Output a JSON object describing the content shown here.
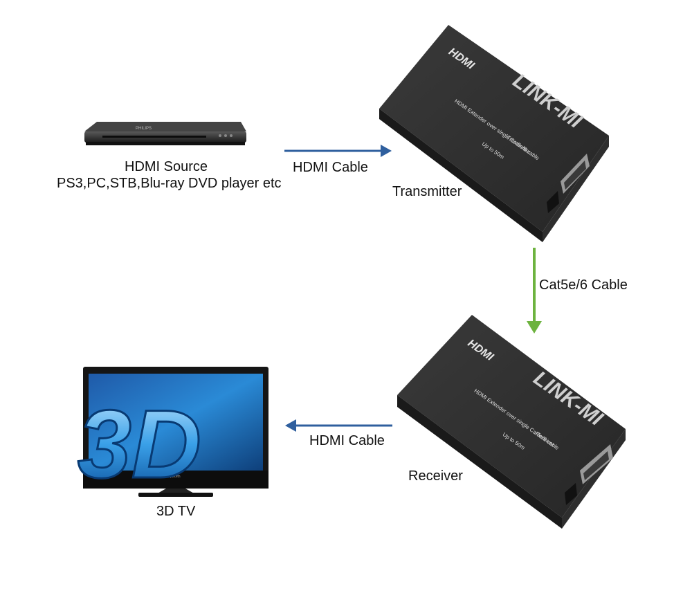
{
  "source": {
    "line1": "HDMI Source",
    "line2": "PS3,PC,STB,Blu-ray DVD player etc",
    "device_brand": "PHILIPS"
  },
  "links": {
    "hdmi_cable_top": "HDMI Cable",
    "cat_cable": "Cat5e/6 Cable",
    "hdmi_cable_bottom": "HDMI Cable"
  },
  "transmitter": {
    "caption": "Transmitter",
    "hdmi_logo": "HDMI",
    "brand": "LINK-MI",
    "desc": "HDMI Extender over single Cat5e/6 cable",
    "role": "Transmitter",
    "range": "Up to 50m"
  },
  "receiver": {
    "caption": "Receiver",
    "hdmi_logo": "HDMI",
    "brand": "LINK-MI",
    "desc": "HDMI Extender over single Cat5e/6 cable",
    "role": "Receiver",
    "range": "Up to 50m"
  },
  "tv": {
    "caption": "3D TV",
    "logo": "3D",
    "brand": "Skyworth"
  },
  "colors": {
    "hdmi_arrow": "#2f5f9e",
    "cat_arrow": "#6db33f",
    "box_dark": "#2b2b2b"
  }
}
